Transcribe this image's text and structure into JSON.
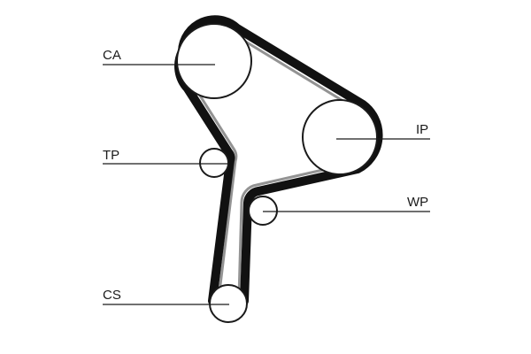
{
  "diagram": {
    "labels": {
      "ca": "CA",
      "ip": "IP",
      "tp": "TP",
      "wp": "WP",
      "cs": "CS"
    }
  },
  "colors": {
    "belt": "#111111",
    "line": "#1a1a1a",
    "background": "#ffffff"
  }
}
